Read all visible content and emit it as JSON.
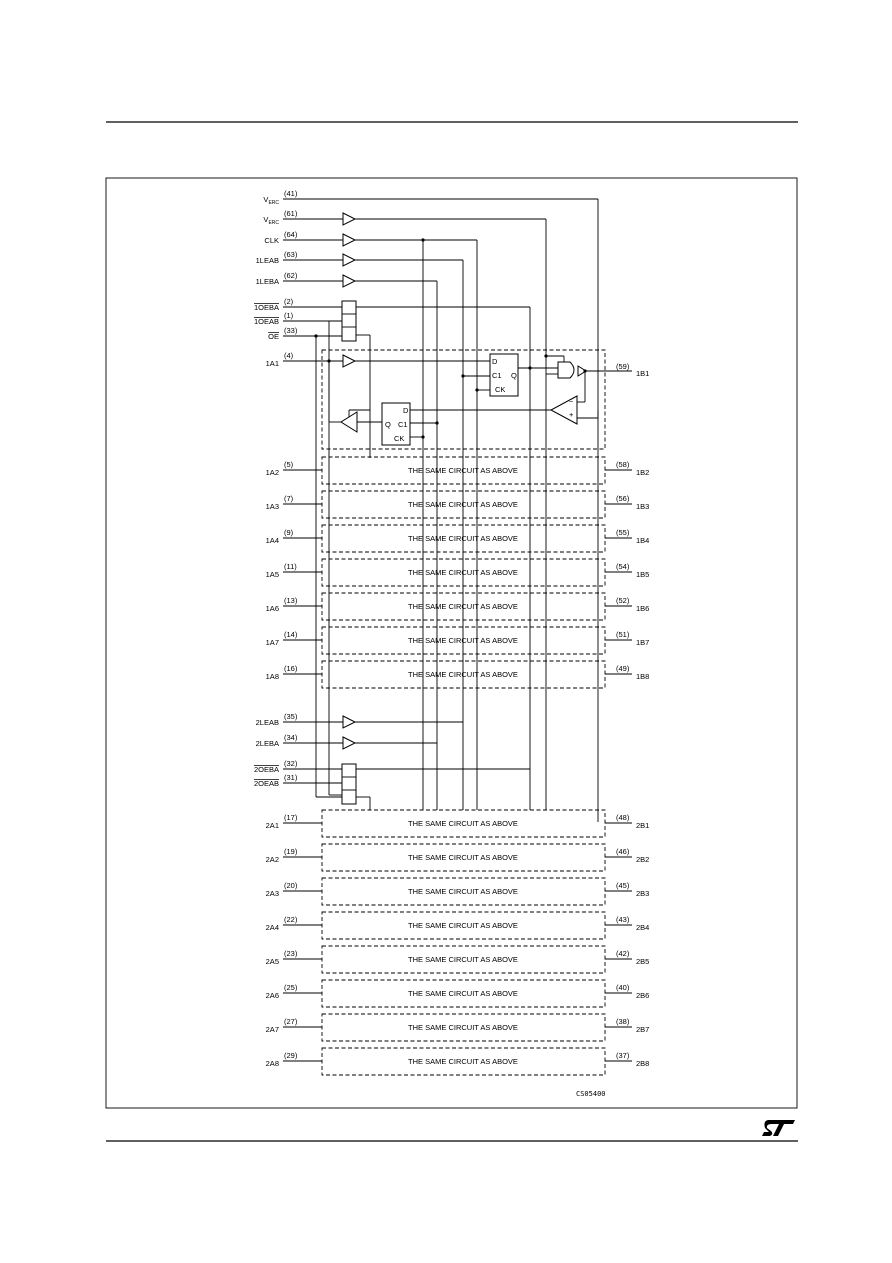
{
  "control_inputs": [
    {
      "label": "V",
      "sub": "ERC",
      "pin": "(41)"
    },
    {
      "label": "V",
      "sub": "ERC",
      "pin": "(61)"
    },
    {
      "label": "CLK",
      "sub": "",
      "pin": "(64)"
    },
    {
      "label": "1LEAB",
      "sub": "",
      "pin": "(63)"
    },
    {
      "label": "1LEBA",
      "sub": "",
      "pin": "(62)"
    },
    {
      "label": "1OEBA",
      "sub": "",
      "pin": "(2)",
      "overline": true
    },
    {
      "label": "1OEAB",
      "sub": "",
      "pin": "(1)",
      "overline": true
    },
    {
      "label": "OE",
      "sub": "",
      "pin": "(33)",
      "overline": true
    }
  ],
  "group2_controls": [
    {
      "label": "2LEAB",
      "pin": "(35)"
    },
    {
      "label": "2LEBA",
      "pin": "(34)"
    },
    {
      "label": "2OEBA",
      "pin": "(32)",
      "overline": true
    },
    {
      "label": "2OEAB",
      "pin": "(31)",
      "overline": true
    }
  ],
  "main_circuit": {
    "a_label": "1A1",
    "a_pin": "(4)",
    "b_label": "1B1",
    "b_pin": "(59)",
    "latch_top": [
      "D",
      "C1",
      "CK",
      "Q"
    ],
    "latch_bottom": [
      "D",
      "C1",
      "CK",
      "Q"
    ]
  },
  "same_text": "THE SAME CIRCUIT AS ABOVE",
  "rows_group1": [
    {
      "a_label": "1A2",
      "a_pin": "(5)",
      "b_label": "1B2",
      "b_pin": "(58)"
    },
    {
      "a_label": "1A3",
      "a_pin": "(7)",
      "b_label": "1B3",
      "b_pin": "(56)"
    },
    {
      "a_label": "1A4",
      "a_pin": "(9)",
      "b_label": "1B4",
      "b_pin": "(55)"
    },
    {
      "a_label": "1A5",
      "a_pin": "(11)",
      "b_label": "1B5",
      "b_pin": "(54)"
    },
    {
      "a_label": "1A6",
      "a_pin": "(13)",
      "b_label": "1B6",
      "b_pin": "(52)"
    },
    {
      "a_label": "1A7",
      "a_pin": "(14)",
      "b_label": "1B7",
      "b_pin": "(51)"
    },
    {
      "a_label": "1A8",
      "a_pin": "(16)",
      "b_label": "1B8",
      "b_pin": "(49)"
    }
  ],
  "rows_group2": [
    {
      "a_label": "2A1",
      "a_pin": "(17)",
      "b_label": "2B1",
      "b_pin": "(48)"
    },
    {
      "a_label": "2A2",
      "a_pin": "(19)",
      "b_label": "2B2",
      "b_pin": "(46)"
    },
    {
      "a_label": "2A3",
      "a_pin": "(20)",
      "b_label": "2B3",
      "b_pin": "(45)"
    },
    {
      "a_label": "2A4",
      "a_pin": "(22)",
      "b_label": "2B4",
      "b_pin": "(43)"
    },
    {
      "a_label": "2A5",
      "a_pin": "(23)",
      "b_label": "2B5",
      "b_pin": "(42)"
    },
    {
      "a_label": "2A6",
      "a_pin": "(25)",
      "b_label": "2B6",
      "b_pin": "(40)"
    },
    {
      "a_label": "2A7",
      "a_pin": "(27)",
      "b_label": "2B7",
      "b_pin": "(38)"
    },
    {
      "a_label": "2A8",
      "a_pin": "(29)",
      "b_label": "2B8",
      "b_pin": "(37)"
    }
  ],
  "figure_code": "CS05400",
  "logo_text": "ST"
}
